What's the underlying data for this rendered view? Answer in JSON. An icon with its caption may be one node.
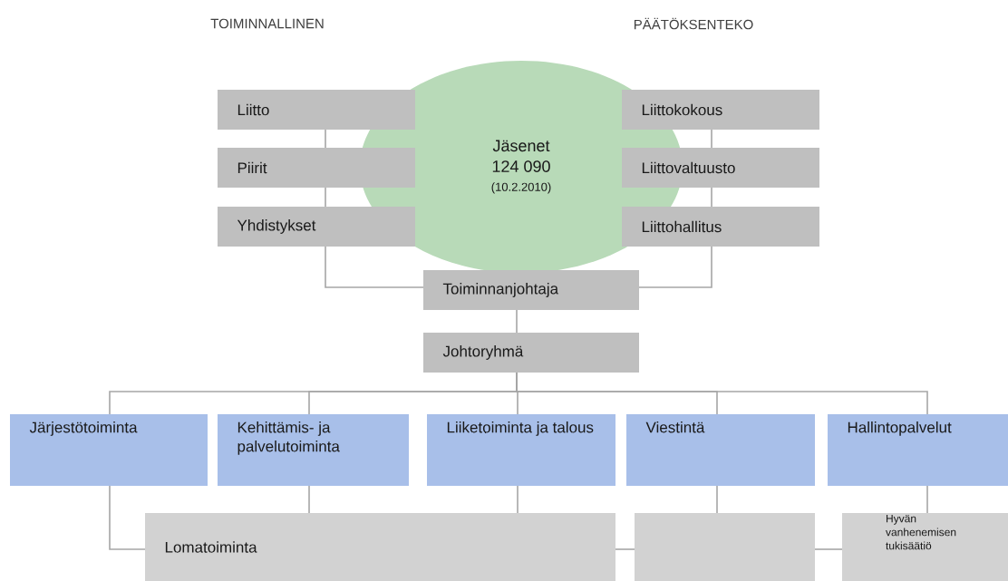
{
  "diagram": {
    "nodes": [
      {
        "text": [
          "Jäsenet",
          "124 090",
          "(10.2.2010)"
        ]
      },
      {
        "text": [
          "Liitto"
        ]
      },
      {
        "text": [
          "Piirit"
        ]
      },
      {
        "text": [
          "Yhdistykset"
        ]
      },
      {
        "text": [
          "Liittokokous"
        ]
      },
      {
        "text": [
          "Liittovaltuusto"
        ]
      },
      {
        "text": [
          "Liittohallitus"
        ]
      },
      {
        "text": [
          "Toiminnanjohtaja"
        ]
      },
      {
        "text": [
          "Johtoryhmä"
        ]
      },
      {
        "text": [
          "Järjestötoiminta"
        ]
      },
      {
        "text": [
          "Kehittämis- ja palvelutoiminta"
        ]
      },
      {
        "text": [
          "Liiketoiminta ja talous"
        ]
      },
      {
        "text": [
          "Viestintä"
        ]
      },
      {
        "text": [
          "Hallintopalvelut"
        ]
      },
      {
        "text": [
          "Lomatoiminta"
        ]
      },
      {
        "text": [],
        "shape": "box"
      },
      {
        "text": [
          "Hyvän vanhenemisen tukisäätiö"
        ]
      }
    ],
    "edges": [
      {
        "from": 1,
        "to": 2,
        "arrow": "none"
      },
      {
        "from": 2,
        "to": 3,
        "arrow": "none"
      },
      {
        "from": 3,
        "to": 7,
        "arrow": "none"
      },
      {
        "from": 4,
        "to": 5,
        "arrow": "none"
      },
      {
        "from": 5,
        "to": 6,
        "arrow": "none"
      },
      {
        "from": 6,
        "to": 7,
        "arrow": "none"
      },
      {
        "from": 7,
        "to": 8,
        "arrow": "none"
      },
      {
        "from": 8,
        "to": 9,
        "arrow": "none"
      },
      {
        "from": 8,
        "to": 10,
        "arrow": "none"
      },
      {
        "from": 8,
        "to": 11,
        "arrow": "none"
      },
      {
        "from": 8,
        "to": 12,
        "arrow": "none"
      },
      {
        "from": 8,
        "to": 13,
        "arrow": "none"
      },
      {
        "from": 9,
        "to": 14,
        "arrow": "none"
      },
      {
        "from": 10,
        "to": 14,
        "arrow": "none"
      },
      {
        "from": 11,
        "to": 14,
        "arrow": "none"
      },
      {
        "from": 12,
        "to": 15,
        "arrow": "none"
      },
      {
        "from": 13,
        "to": 16,
        "arrow": "none"
      },
      {
        "from": 14,
        "to": 15,
        "arrow": "none"
      },
      {
        "from": 15,
        "to": 16,
        "arrow": "none"
      }
    ],
    "labels": [
      "TOIMINNALLINEN",
      "PÄÄTÖKSENTEKO"
    ]
  }
}
